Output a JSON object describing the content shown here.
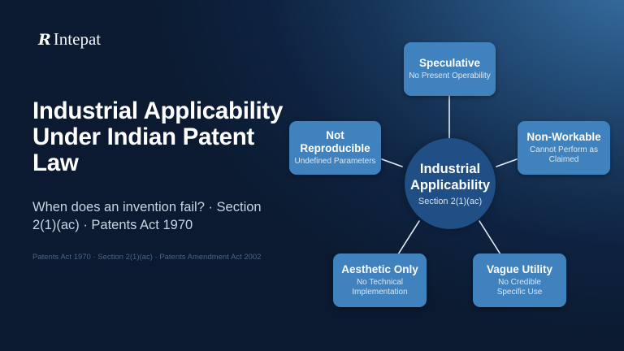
{
  "brand": {
    "logo_mark": "R",
    "name": "Intepat",
    "logo_icon": "intepat-logo-icon"
  },
  "hero": {
    "title": "Industrial Applicability Under Indian Patent Law",
    "subtitle": "When does an invention fail? · Section 2(1)(ac) · Patents Act 1970",
    "references": "Patents Act 1970 · Section 2(1)(ac) · Patents Amendment Act 2002"
  },
  "diagram": {
    "center": {
      "title": "Industrial Applicability",
      "subtitle": "Section 2(1)(ac)"
    },
    "nodes": [
      {
        "title": "Speculative",
        "subtitle": "No Present Operability"
      },
      {
        "title": "Not Reproducible",
        "subtitle": "Undefined Parameters"
      },
      {
        "title": "Non-Workable",
        "subtitle": "Cannot Perform as Claimed"
      },
      {
        "title": "Aesthetic Only",
        "subtitle": "No Technical Implementation"
      },
      {
        "title": "Vague Utility",
        "subtitle": "No Credible Specific Use"
      }
    ]
  },
  "colors": {
    "background_dark": "#0b1a30",
    "background_glow": "#3b74a6",
    "node_fill": "#3f82bd",
    "center_fill": "#1f4f84",
    "connector": "#e6eef7",
    "reference_text": "#4c6384"
  }
}
